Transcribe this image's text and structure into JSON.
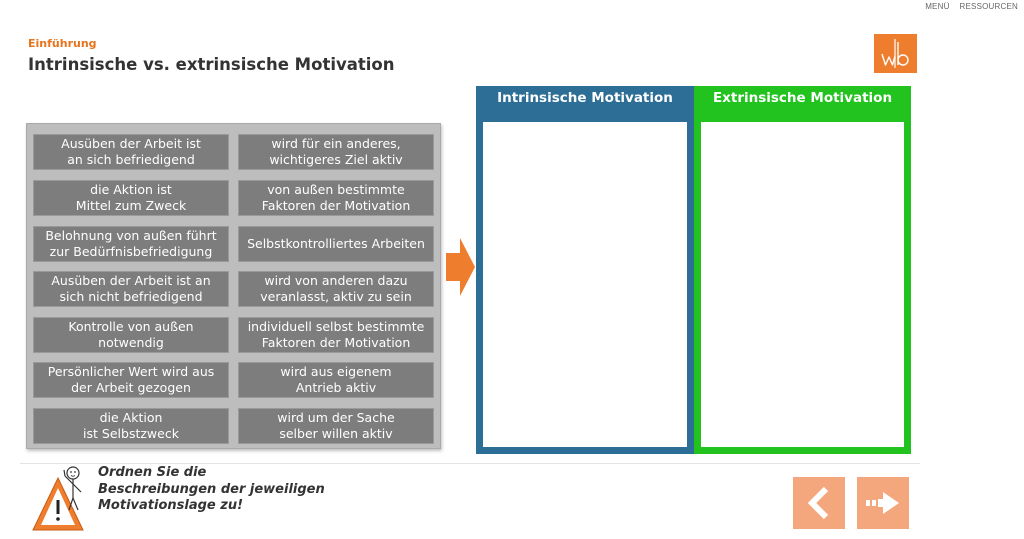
{
  "topnav": {
    "menu": "MENÜ",
    "resources": "RESSOURCEN"
  },
  "header": {
    "chapter": "Einführung",
    "title": "Intrinsische vs. extrinsische Motivation"
  },
  "logo": {
    "icon": "wb-logo-icon",
    "color": "#ef7d2e"
  },
  "cards": [
    {
      "text": "Ausüben der Arbeit ist\nan sich befriedigend"
    },
    {
      "text": "wird für ein anderes,\nwichtigeres Ziel aktiv"
    },
    {
      "text": "die Aktion ist\nMittel zum Zweck"
    },
    {
      "text": "von außen bestimmte\nFaktoren der Motivation"
    },
    {
      "text": "Belohnung von außen führt\nzur Bedürfnisbefriedigung"
    },
    {
      "text": "Selbstkontrolliertes Arbeiten"
    },
    {
      "text": "Ausüben der Arbeit ist an\nsich nicht befriedigend"
    },
    {
      "text": "wird von anderen dazu\nveranlasst, aktiv zu sein"
    },
    {
      "text": "Kontrolle von außen\nnotwendig"
    },
    {
      "text": "individuell selbst bestimmte\nFaktoren der Motivation"
    },
    {
      "text": "Persönlicher Wert wird aus\nder Arbeit gezogen"
    },
    {
      "text": "wird aus eigenem\nAntrieb aktiv"
    },
    {
      "text": "die Aktion\nist Selbstzweck"
    },
    {
      "text": "wird um der Sache\nselber willen aktiv"
    }
  ],
  "targets": {
    "intrinsic": {
      "title": "Intrinsische Motivation",
      "color": "#2d6e96"
    },
    "extrinsic": {
      "title": "Extrinsische Motivation",
      "color": "#22c21f"
    }
  },
  "instruction": {
    "text": "Ordnen Sie die Beschreibungen der jeweiligen Motivationslage zu!",
    "icon": "warning-figure-icon"
  },
  "navigation": {
    "back_icon": "chevron-left-icon",
    "next_icon": "arrow-right-icon",
    "button_color": "#f4a77c"
  },
  "accent": "#e8731d"
}
